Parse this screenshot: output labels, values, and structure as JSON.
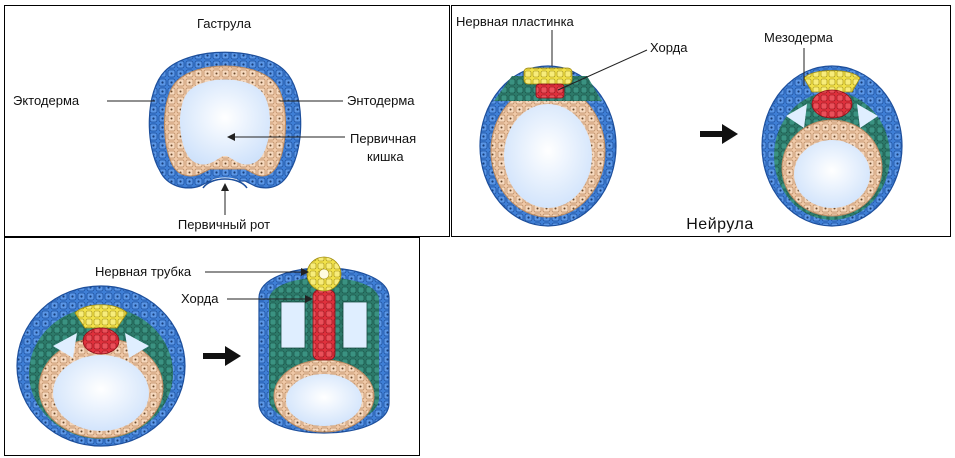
{
  "gastrula": {
    "title": "Гаструла",
    "ectoderm": "Эктодерма",
    "endoderm": "Энтодерма",
    "primary_gut_line1": "Первичная",
    "primary_gut_line2": "кишка",
    "primary_mouth": "Первичный рот"
  },
  "neurula": {
    "title": "Нейрула",
    "neural_plate": "Нервная пластинка",
    "notochord": "Хорда",
    "mesoderm": "Мезодерма"
  },
  "later": {
    "neural_tube": "Нервная трубка",
    "notochord": "Хорда"
  },
  "colors": {
    "ectoderm": "#3f7fd6",
    "endoderm": "#f0c9a8",
    "neural": "#f2e24a",
    "notochord": "#e0303c",
    "mesoderm": "#2d7a6a",
    "cavity": "#dfeeff"
  }
}
